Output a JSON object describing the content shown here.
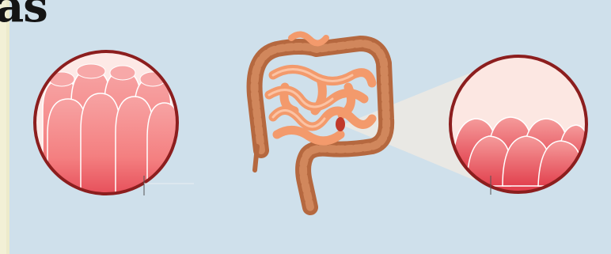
{
  "heading": {
    "text": "as"
  },
  "illustration": {
    "left_inset": "villi-magnified-left",
    "center": "intestines",
    "right_inset": "villi-damaged-right"
  },
  "colors": {
    "background": "#cfe0eb",
    "intestine_small": "#f39a6c",
    "intestine_large": "#b5683f",
    "villi": "#f58a8a",
    "circle_border": "#8c1e1e"
  }
}
